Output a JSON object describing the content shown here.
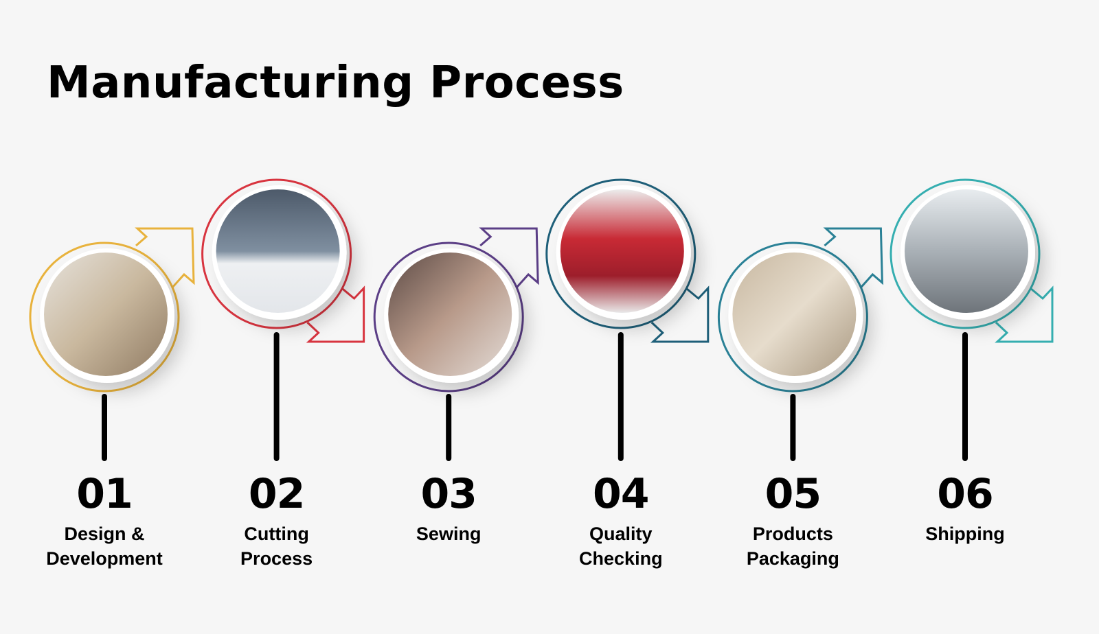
{
  "title": "Manufacturing Process",
  "steps": [
    {
      "number": "01",
      "label_lines": [
        "Design &",
        "Development"
      ],
      "color": "#e8b23c",
      "photo": "designer-at-table-photo"
    },
    {
      "number": "02",
      "label_lines": [
        "Cutting",
        "Process"
      ],
      "color": "#d8343f",
      "photo": "fabric-cutting-machine-photo"
    },
    {
      "number": "03",
      "label_lines": [
        "Sewing"
      ],
      "color": "#5b3e86",
      "photo": "sewing-machine-photo"
    },
    {
      "number": "04",
      "label_lines": [
        "Quality",
        "Checking"
      ],
      "color": "#1e5f79",
      "photo": "quality-inspection-photo"
    },
    {
      "number": "05",
      "label_lines": [
        "Products",
        "Packaging"
      ],
      "color": "#2a8196",
      "photo": "packaged-boxes-photo"
    },
    {
      "number": "06",
      "label_lines": [
        "Shipping"
      ],
      "color": "#35aeb0",
      "photo": "warehouse-shipping-photo"
    }
  ]
}
